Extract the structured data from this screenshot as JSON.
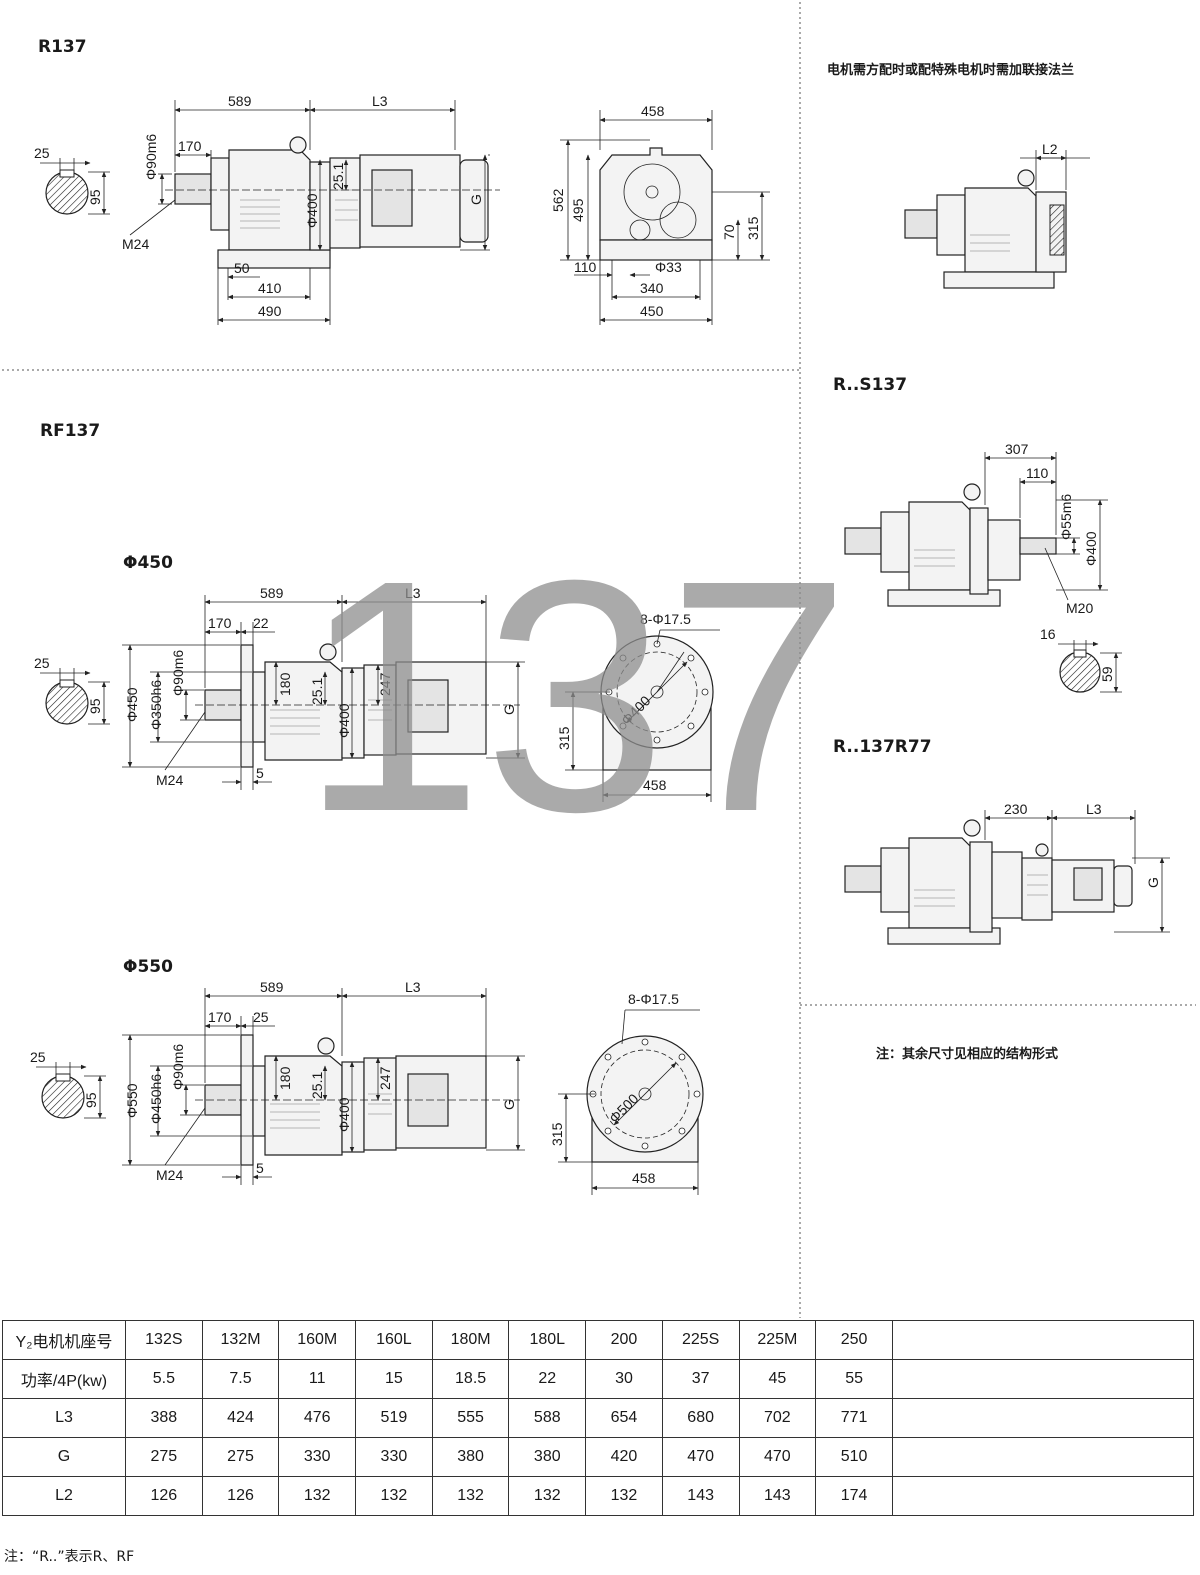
{
  "watermark": "137",
  "colors": {
    "line": "#222222",
    "watermark": "#8e8e8e",
    "background": "#ffffff"
  },
  "titles": {
    "r137": "R137",
    "rf137": "RF137",
    "phi450": "Φ450",
    "phi550": "Φ550",
    "rs137": "R..S137",
    "r137r77": "R..137R77"
  },
  "notes": {
    "motor_flange": "电机需方配时或配特殊电机时需加联接法兰",
    "other_dims": "注：其余尺寸见相应的结构形式",
    "footnote": "注：“R..”表示R、RF"
  },
  "dims": {
    "r137": {
      "d589": "589",
      "L3": "L3",
      "d170": "170",
      "phi90m6": "Φ90m6",
      "d25": "25",
      "d95": "95",
      "M24": "M24",
      "phi400": "Φ400",
      "d25_1": "25.1",
      "G": "G",
      "d50": "50",
      "d410": "410",
      "d490": "490"
    },
    "r137_end": {
      "d458": "458",
      "d562": "562",
      "d495": "495",
      "d70": "70",
      "d315": "315",
      "d110": "110",
      "phi33": "Φ33",
      "d340": "340",
      "d450": "450"
    },
    "flange_detail": {
      "L2": "L2"
    },
    "rs137": {
      "d307": "307",
      "d110": "110",
      "phi55m6": "Φ55m6",
      "phi400": "Φ400",
      "M20": "M20",
      "d16": "16",
      "d59": "59"
    },
    "r137r77": {
      "d230": "230",
      "L3": "L3",
      "G": "G"
    },
    "rf450": {
      "d589": "589",
      "L3": "L3",
      "d170": "170",
      "d22": "22",
      "d25": "25",
      "d95": "95",
      "phi450": "Φ450",
      "phi350h6": "Φ350h6",
      "phi90m6": "Φ90m6",
      "d180": "180",
      "d25_1": "25.1",
      "phi400": "Φ400",
      "d247": "247",
      "G": "G",
      "M24": "M24",
      "d5": "5"
    },
    "rf450_end": {
      "holes": "8-Φ17.5",
      "phi400": "Φ400",
      "d315": "315",
      "d458": "458"
    },
    "rf550": {
      "d589": "589",
      "L3": "L3",
      "d170": "170",
      "d25b": "25",
      "d25": "25",
      "d95": "95",
      "phi550": "Φ550",
      "phi450h6": "Φ450h6",
      "phi90m6": "Φ90m6",
      "d180": "180",
      "d25_1": "25.1",
      "phi400": "Φ400",
      "d247": "247",
      "G": "G",
      "M24": "M24",
      "d5": "5"
    },
    "rf550_end": {
      "holes": "8-Φ17.5",
      "phi500": "Φ500",
      "d315": "315",
      "d458": "458"
    }
  },
  "spec_table": {
    "rows": [
      {
        "header": "Y₂电机机座号",
        "values": [
          "132S",
          "132M",
          "160M",
          "160L",
          "180M",
          "180L",
          "200",
          "225S",
          "225M",
          "250"
        ]
      },
      {
        "header": "功率/4P(kw)",
        "values": [
          "5.5",
          "7.5",
          "11",
          "15",
          "18.5",
          "22",
          "30",
          "37",
          "45",
          "55"
        ]
      },
      {
        "header": "L3",
        "values": [
          "388",
          "424",
          "476",
          "519",
          "555",
          "588",
          "654",
          "680",
          "702",
          "771"
        ]
      },
      {
        "header": "G",
        "values": [
          "275",
          "275",
          "330",
          "330",
          "380",
          "380",
          "420",
          "470",
          "470",
          "510"
        ]
      },
      {
        "header": "L2",
        "values": [
          "126",
          "126",
          "132",
          "132",
          "132",
          "132",
          "132",
          "143",
          "143",
          "174"
        ]
      }
    ]
  }
}
